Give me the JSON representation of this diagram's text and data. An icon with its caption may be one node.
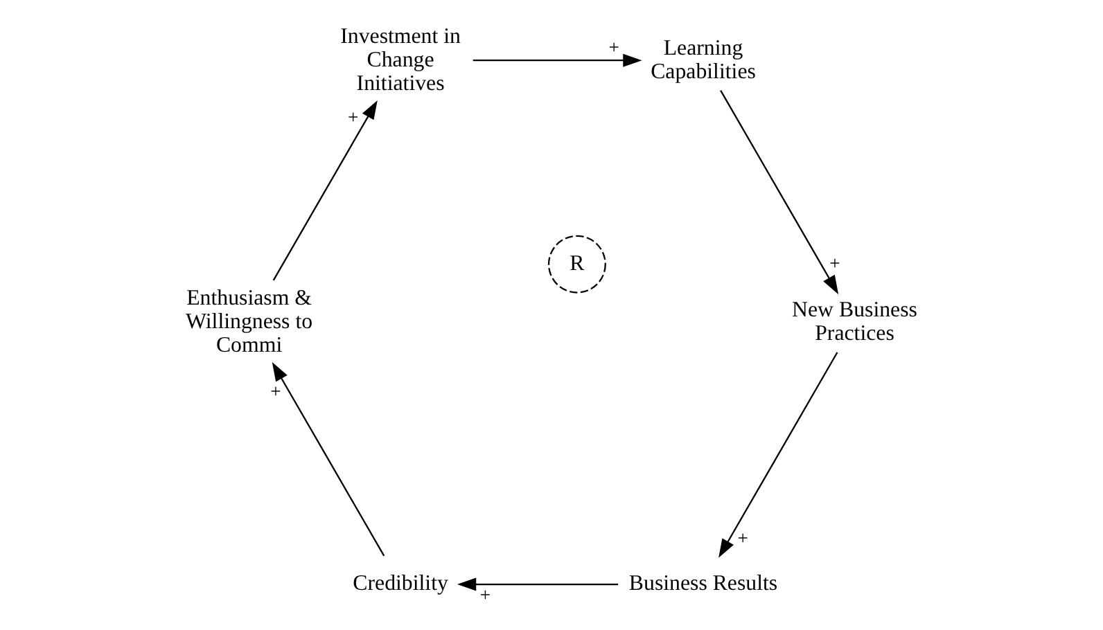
{
  "diagram": {
    "nodes": [
      {
        "text": [
          "Business Results"
        ]
      },
      {
        "text": [
          "Credibility"
        ]
      },
      {
        "text": [
          "New Business Practices"
        ]
      },
      {
        "text": [
          "Enthusiasm & Willingness to Commi"
        ]
      },
      {
        "text": [
          "Learning Capabilities"
        ]
      },
      {
        "text": [
          "Investment in Change Initiatives"
        ]
      }
    ],
    "edges": [
      {
        "from": 0,
        "to": 1,
        "arrow": "to",
        "label": "+"
      },
      {
        "from": 1,
        "to": 3,
        "arrow": "to",
        "label": "+"
      },
      {
        "from": 3,
        "to": 5,
        "arrow": "to",
        "label": "+"
      },
      {
        "from": 5,
        "to": 4,
        "arrow": "to",
        "label": "+"
      },
      {
        "from": 4,
        "to": 2,
        "arrow": "to",
        "label": "+"
      },
      {
        "from": 2,
        "to": 0,
        "arrow": "to",
        "label": "+"
      }
    ],
    "labels": [
      "R"
    ]
  }
}
